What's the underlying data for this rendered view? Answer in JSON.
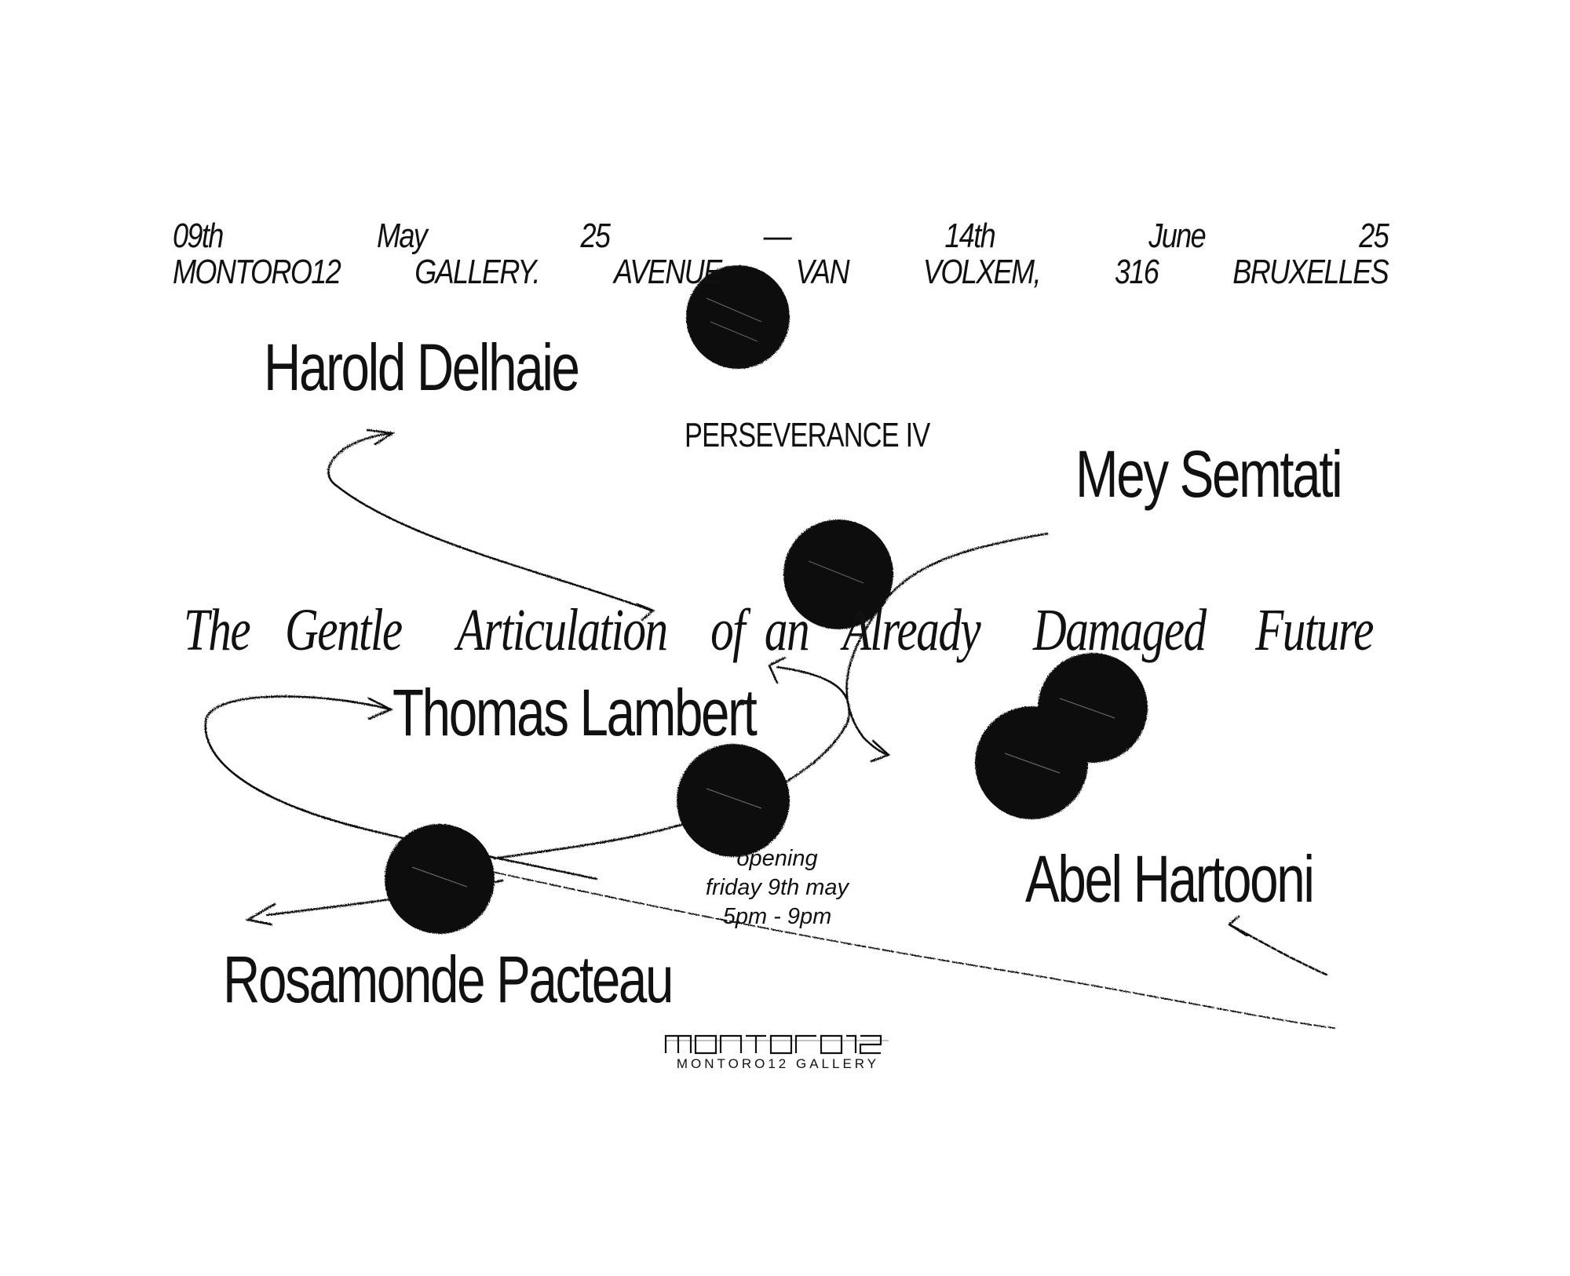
{
  "header": {
    "dates": [
      "09th",
      "May",
      "25",
      "—",
      "14th",
      "June",
      "25"
    ],
    "address": [
      "MONTORO12",
      "GALLERY.",
      "AVENUE",
      "VAN",
      "VOLXEM,",
      "316",
      "BRUXELLES"
    ]
  },
  "exhibition": {
    "subtitle": "PERSEVERANCE IV",
    "title_words": [
      "The",
      "Gentle",
      "Articulation",
      "of",
      "an",
      "Already",
      "Damaged",
      "Future"
    ]
  },
  "artists": {
    "harold": "Harold Delhaie",
    "mey": "Mey Semtati",
    "thomas": "Thomas Lambert",
    "abel": "Abel Hartooni",
    "rosamonde": "Rosamonde Pacteau"
  },
  "opening": {
    "line1": "opening",
    "line2": "friday 9th may",
    "line3": "5pm - 9pm"
  },
  "gallery": {
    "name": "MONTORO12 GALLERY"
  },
  "colors": {
    "ink": "#111111",
    "paper": "#ffffff"
  },
  "icons": [
    "scribbled-circle-icon",
    "hand-drawn-arrow-icon",
    "montoro12-logo"
  ]
}
